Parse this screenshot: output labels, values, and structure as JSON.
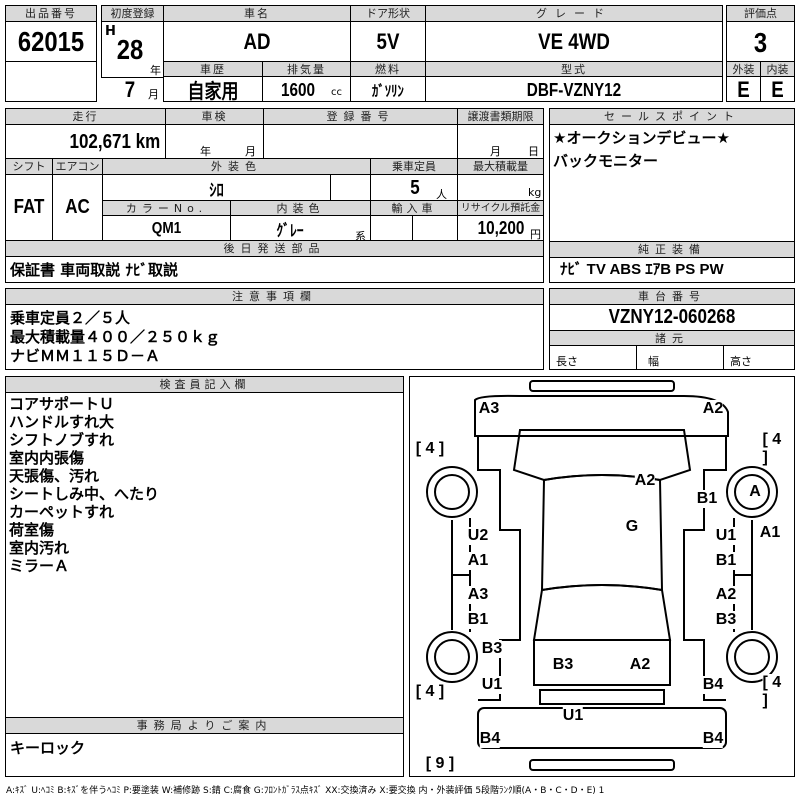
{
  "lot": {
    "label": "出品番号",
    "value": "62015"
  },
  "first_reg": {
    "label": "初度登録",
    "era": "H",
    "year": "28",
    "year_unit": "年",
    "month": "7",
    "month_unit": "月"
  },
  "car_name": {
    "label": "車名",
    "value": "AD"
  },
  "door": {
    "label": "ドア形状",
    "value": "5V"
  },
  "grade": {
    "label": "グレード",
    "value": "VE 4WD"
  },
  "score": {
    "label": "評価点",
    "value": "3",
    "ext_label": "外装",
    "int_label": "内装",
    "ext": "E",
    "int": "E"
  },
  "history": {
    "label": "車歴",
    "value": "自家用"
  },
  "displacement": {
    "label": "排気量",
    "value": "1600",
    "unit": "cc"
  },
  "fuel": {
    "label": "燃料",
    "value": "ｶﾞｿﾘﾝ"
  },
  "model": {
    "label": "型式",
    "value": "DBF-VZNY12"
  },
  "mileage": {
    "label": "走行",
    "value": "102,671 km"
  },
  "inspection": {
    "label": "車検",
    "year_unit": "年",
    "month_unit": "月"
  },
  "reg_no": {
    "label": "登録番号"
  },
  "transfer": {
    "label": "譲渡書類期限",
    "month_unit": "月",
    "day_unit": "日"
  },
  "shift": {
    "label": "シフト",
    "value": "FAT"
  },
  "ac": {
    "label": "エアコン",
    "value": "AC"
  },
  "ext_color": {
    "label": "外装色",
    "value": "ｼﾛ"
  },
  "capacity": {
    "label": "乗車定員",
    "value": "5",
    "unit": "人"
  },
  "max_load": {
    "label": "最大積載量",
    "unit": "kg"
  },
  "color_no": {
    "label": "カラーNo.",
    "value": "QM1"
  },
  "int_color": {
    "label": "内装色",
    "value": "ｸﾞﾚｰ",
    "unit": "系"
  },
  "import": {
    "label": "輸入車"
  },
  "recycle": {
    "label": "リサイクル預託金",
    "value": "10,200",
    "unit": "円"
  },
  "later_parts": {
    "label": "後日発送部品",
    "value": "保証書 車両取説 ﾅﾋﾞ取説"
  },
  "sales_points": {
    "label": "セールスポイント",
    "lines": [
      "★オークションデビュー★",
      "バックモニター"
    ]
  },
  "equipment": {
    "label": "純正装備",
    "value": "ﾅﾋﾞ TV ABS ｴｱB PS PW"
  },
  "notes": {
    "label": "注意事項欄",
    "lines": [
      "乗車定員２／５人",
      "最大積載量４００／２５０ｋｇ",
      "ナビＭＭ１１５Ｄ－Ａ"
    ]
  },
  "chassis": {
    "label": "車台番号",
    "value": "VZNY12-060268",
    "spec_label": "諸元",
    "length": "長さ",
    "width": "幅",
    "height": "高さ"
  },
  "inspector": {
    "label": "検査員記入欄",
    "lines": [
      "コアサポートＵ",
      "ハンドルすれ大",
      "シフトノブすれ",
      "室内内張傷",
      "天張傷、汚れ",
      "シートしみ中、へたり",
      "カーペットすれ",
      "荷室傷",
      "室内汚れ",
      "ミラーＡ"
    ]
  },
  "office": {
    "label": "事務局よりご案内",
    "value": "キーロック"
  },
  "diagram": {
    "marks": [
      "A3",
      "A2",
      "[ 4 ]",
      "[ 4 ]",
      "A2",
      "B1",
      "A",
      "G",
      "U2",
      "U1",
      "A1",
      "A1",
      "B1",
      "A3",
      "A2",
      "B1",
      "B3",
      "B3",
      "B3",
      "A2",
      "[ 4 ]",
      "U1",
      "B4",
      "[ 4 ]",
      "U1",
      "B4",
      "B4",
      "[ 9 ]"
    ]
  },
  "legend": "A:ｷｽﾞ U:ﾍｺﾐ B:ｷｽﾞを伴うﾍｺﾐ P:要塗装 W:補修跡 S:錆 C:腐食 G:ﾌﾛﾝﾄｶﾞﾗｽ点ｷｽﾞ XX:交換済み X:要交換 内・外装評価 5段階ﾗﾝｸ順(A・B・C・D・E) 1"
}
